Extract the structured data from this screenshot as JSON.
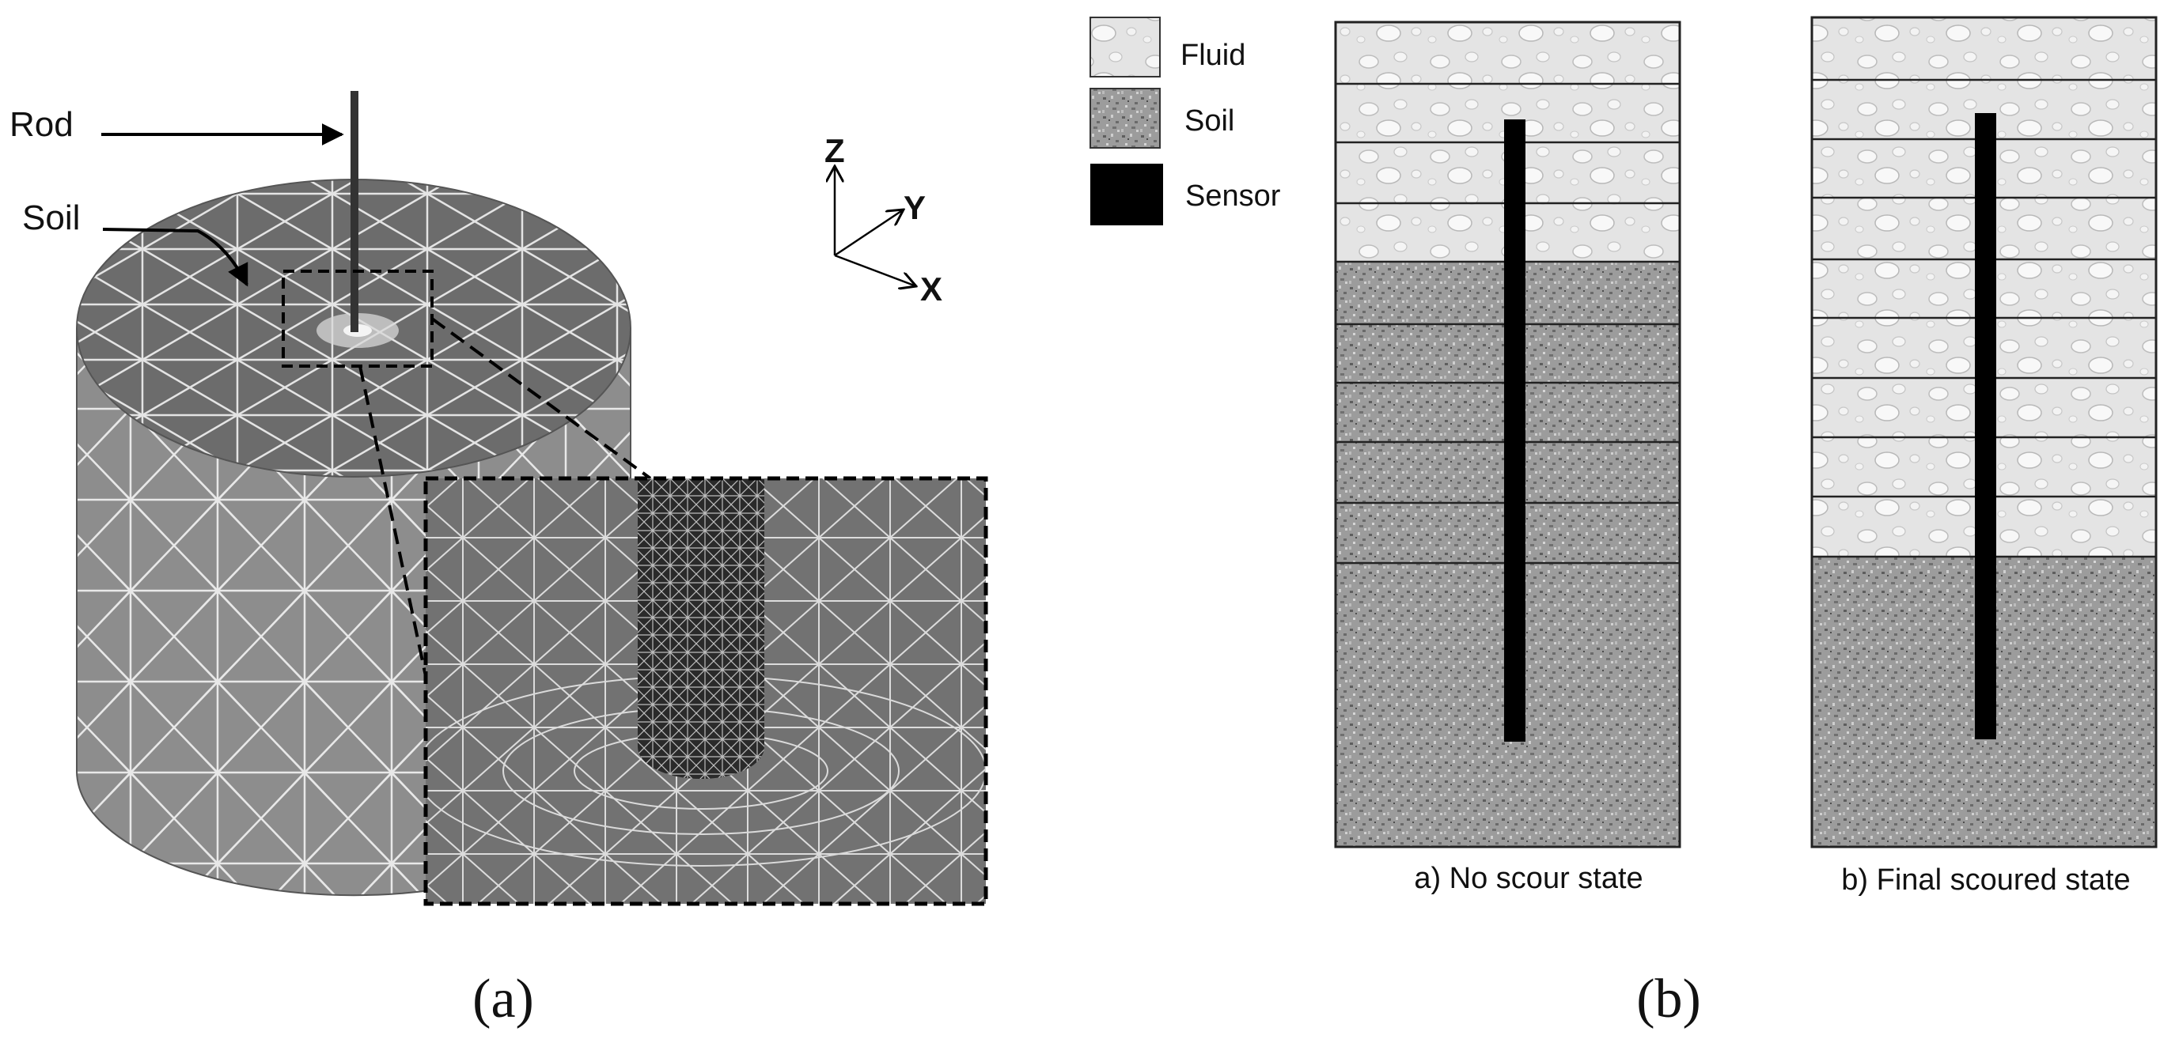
{
  "panel_a": {
    "label": "(a)",
    "callouts": {
      "rod": "Rod",
      "soil": "Soil"
    },
    "axes": {
      "z": "Z",
      "y": "Y",
      "x": "X"
    }
  },
  "panel_b": {
    "label": "(b)",
    "legend": [
      {
        "label": "Fluid",
        "swatch": "fluid"
      },
      {
        "label": "Soil",
        "swatch": "soil"
      },
      {
        "label": "Sensor",
        "swatch": "sensor"
      }
    ],
    "columns": [
      {
        "caption": "a) No scour state",
        "fluid_layers": 4,
        "soil_layers": 5
      },
      {
        "caption": "b) Final scoured state",
        "fluid_layers": 9,
        "soil_layers": 0
      }
    ]
  },
  "colors": {
    "mesh_dark": "#6e6e6e",
    "mesh_side": "#8a8a8a",
    "mesh_line": "#e8e8e8",
    "fluid": "#e6e6e6",
    "soil": "#9a9a9a",
    "sensor": "#000000"
  }
}
